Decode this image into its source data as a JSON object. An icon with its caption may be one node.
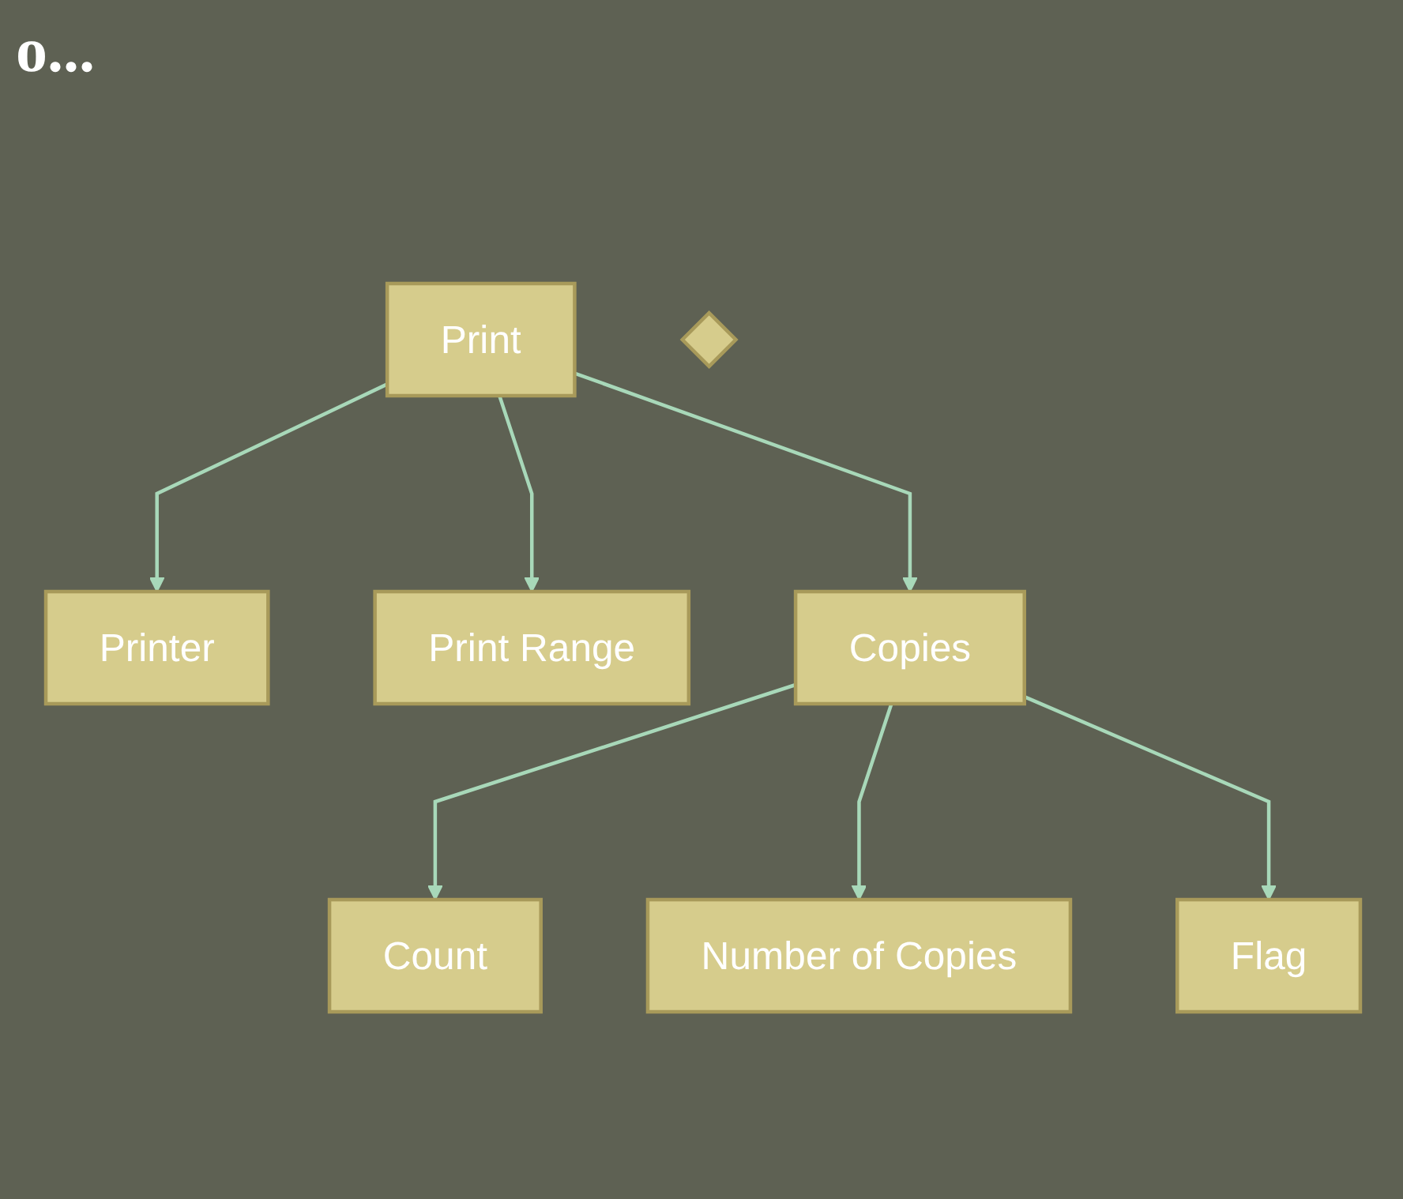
{
  "diagram": {
    "title": "o...",
    "nodes": [
      {
        "text": [
          "Print"
        ]
      },
      {
        "text": [
          "Printer"
        ]
      },
      {
        "text": [
          "Print Range"
        ]
      },
      {
        "text": [
          "Copies"
        ]
      },
      {
        "text": [],
        "shape": "diamond"
      },
      {
        "text": [
          "Count"
        ]
      },
      {
        "text": [
          "Flag"
        ]
      },
      {
        "text": [
          "Number of Copies"
        ]
      }
    ],
    "edges": [
      {
        "from": 0,
        "to": 1,
        "arrow": "to"
      },
      {
        "from": 0,
        "to": 2,
        "arrow": "to"
      },
      {
        "from": 0,
        "to": 3,
        "arrow": "to"
      },
      {
        "from": 3,
        "to": 5,
        "arrow": "to"
      },
      {
        "from": 3,
        "to": 7,
        "arrow": "to"
      },
      {
        "from": 3,
        "to": 6,
        "arrow": "to"
      }
    ]
  }
}
